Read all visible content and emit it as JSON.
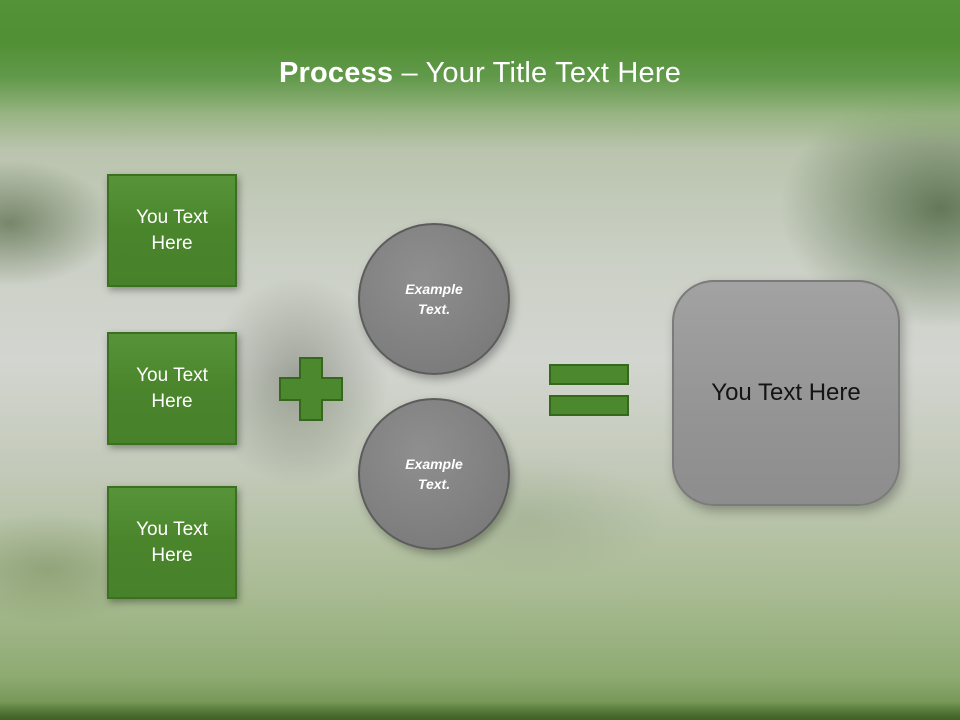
{
  "title": {
    "bold": "Process",
    "rest": " – Your Title Text Here"
  },
  "input_boxes": [
    {
      "label": "You Text Here"
    },
    {
      "label": "You Text Here"
    },
    {
      "label": "You Text Here"
    }
  ],
  "example_circles": [
    {
      "label": "Example Text."
    },
    {
      "label": "Example Text."
    }
  ],
  "result_box": {
    "label": "You Text Here"
  },
  "operators": {
    "plus": "plus",
    "equals": "equals"
  },
  "colors": {
    "shape_green": "#4c882d",
    "shape_green_border": "#3a7020",
    "header_green": "#519034",
    "circle_gray": "#7d7d7d",
    "result_gray": "#969696",
    "title_text": "#ffffff",
    "result_text": "#141414"
  }
}
